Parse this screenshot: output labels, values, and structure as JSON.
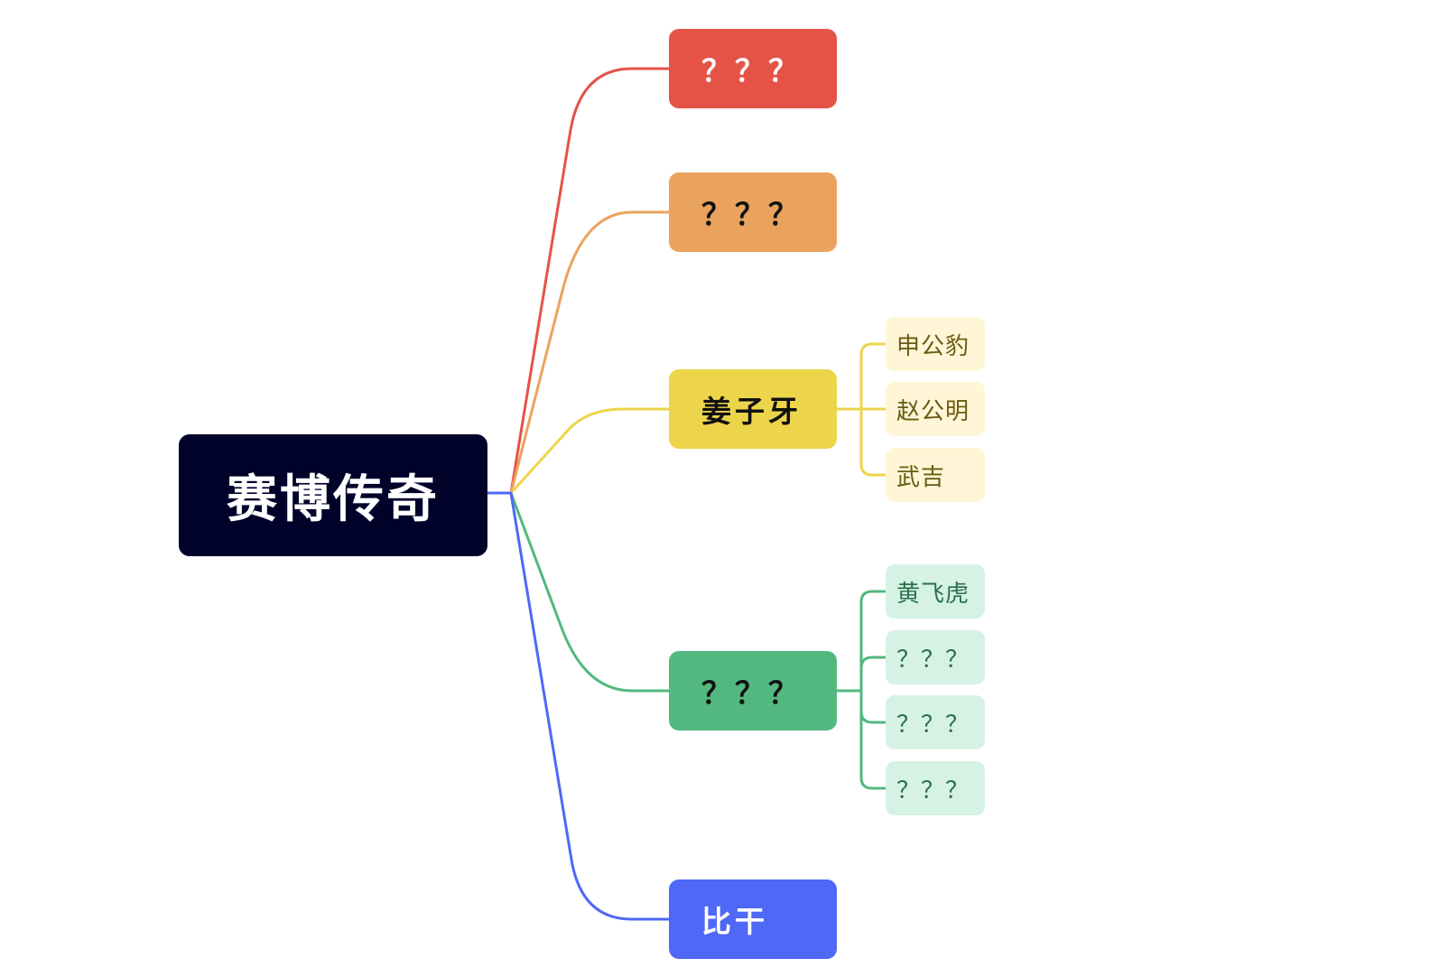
{
  "colors": {
    "root": "#00022a",
    "branch_red": "#e55347",
    "branch_orange": "#eaa35e",
    "branch_yellow": "#edd54b",
    "branch_green": "#52b87f",
    "branch_blue": "#4f68f5",
    "leaf_yellow_bg": "#fef6d6",
    "leaf_green_bg": "#d6f2e4"
  },
  "root": {
    "label": "赛博传奇"
  },
  "branches": [
    {
      "label": "？？？",
      "children": []
    },
    {
      "label": "？？？",
      "children": []
    },
    {
      "label": "姜子牙",
      "children": [
        "申公豹",
        "赵公明",
        "武吉"
      ]
    },
    {
      "label": "？？？",
      "children": [
        "黄飞虎",
        "？？？",
        "？？？",
        "？？？"
      ]
    },
    {
      "label": "比干",
      "children": []
    }
  ]
}
